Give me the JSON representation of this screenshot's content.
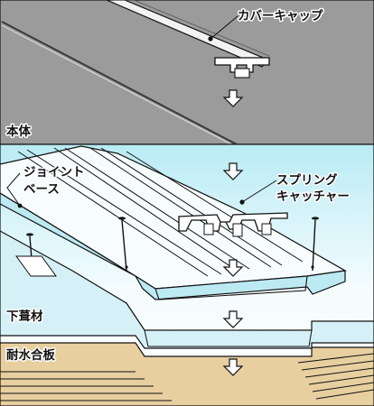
{
  "labels": {
    "cover_cap": "カバーキャップ",
    "main_body": "本体",
    "joint_base_line1": "ジョイント",
    "joint_base_line2": "ベース",
    "spring_catcher_line1": "スプリング",
    "spring_catcher_line2": "キャッチャー",
    "underlayment": "下葺材",
    "plywood": "耐水合板"
  },
  "colors": {
    "main_body_panel": "#9a9a9a",
    "base_panel_top": "#c5eef6",
    "underlayment_top": "#dcf3f8",
    "plywood_fill": "#e8cfa0",
    "outline": "#111111"
  },
  "icons": {
    "step_arrow": "down-arrow-icon",
    "fastener": "nail-icon"
  }
}
